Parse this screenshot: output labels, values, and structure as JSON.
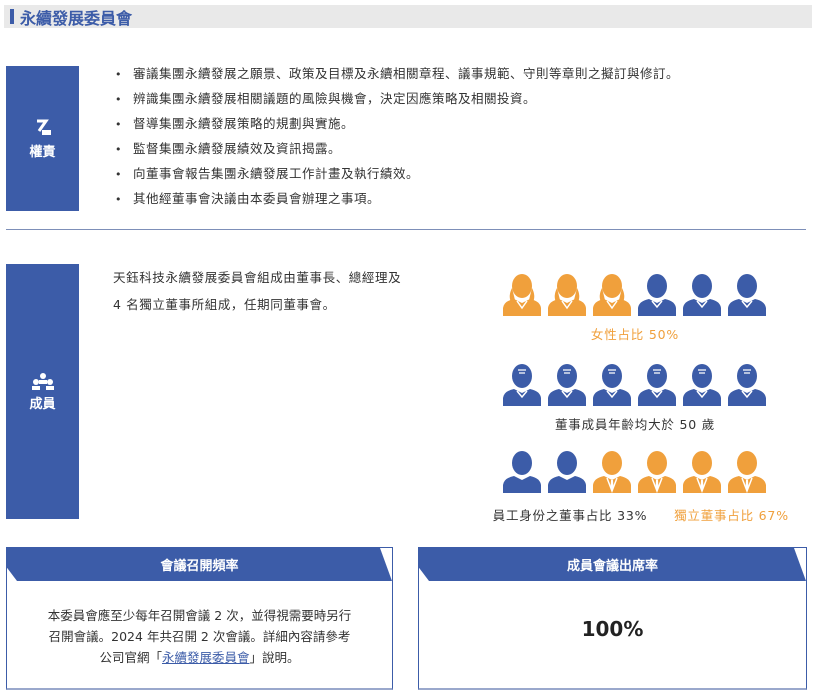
{
  "title": "永續發展委員會",
  "duties": {
    "label": "權責",
    "items": [
      "審議集團永續發展之願景、政策及目標及永續相關章程、議事規範、守則等章則之擬訂與修訂。",
      "辨識集團永續發展相關議題的風險與機會，決定因應策略及相關投資。",
      "督導集團永續發展策略的規劃與實施。",
      "監督集團永續發展績效及資訊揭露。",
      "向董事會報告集團永續發展工作計畫及執行績效。",
      "其他經董事會決議由本委員會辦理之事項。"
    ]
  },
  "members": {
    "label": "成員",
    "intro_1": "天鈺科技永續發展委員會組成由董事長、總經理及",
    "intro_2": "4 名獨立董事所組成，任期同董事會。",
    "rows": [
      {
        "icons": [
          "female",
          "female",
          "female",
          "male",
          "male",
          "male"
        ],
        "colors": [
          "orange",
          "orange",
          "orange",
          "blue",
          "blue",
          "blue"
        ],
        "label": "女性占比 50%"
      },
      {
        "icons": [
          "senior",
          "senior",
          "senior",
          "senior",
          "senior",
          "senior"
        ],
        "colors": [
          "blue",
          "blue",
          "blue",
          "blue",
          "blue",
          "blue"
        ],
        "label": "董事成員年齡均大於 50 歲"
      },
      {
        "icons": [
          "casual",
          "casual",
          "suit",
          "suit",
          "suit",
          "suit"
        ],
        "colors": [
          "blue",
          "blue",
          "orange",
          "orange",
          "orange",
          "orange"
        ],
        "label_a": "員工身份之董事占比 33%",
        "label_b": "獨立董事占比 67%"
      }
    ]
  },
  "colors": {
    "blue": "#3c5ca8",
    "orange": "#f0a03c"
  },
  "meeting": {
    "header": "會議召開頻率",
    "line1": "本委員會應至少每年召開會議 2 次，並得視需要時另行",
    "line2": "召開會議。2024 年共召開 2 次會議。詳細內容請參考",
    "line3_pre": "公司官網「",
    "link": "永續發展委員會",
    "line3_post": "」說明。"
  },
  "attendance": {
    "header": "成員會議出席率",
    "value": "100%"
  }
}
